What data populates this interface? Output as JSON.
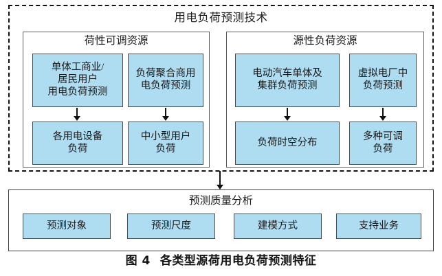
{
  "diagram": {
    "title": "用电负荷预测技术",
    "groups": [
      {
        "id": "load-adjustable-resources",
        "title": "荷性可调资源",
        "nodes": [
          {
            "id": "l1",
            "label": "单体工商业/\n居民用户\n用电负荷预测"
          },
          {
            "id": "l2",
            "label": "负荷聚合商用\n电负荷预测"
          },
          {
            "id": "l3",
            "label": "各用电设备\n负荷"
          },
          {
            "id": "l4",
            "label": "中小型用户\n负荷"
          }
        ]
      },
      {
        "id": "source-load-resources",
        "title": "源性负荷资源",
        "nodes": [
          {
            "id": "r1",
            "label": "电动汽车单体及\n集群负荷预测"
          },
          {
            "id": "r2",
            "label": "虚拟电厂中\n负荷预测"
          },
          {
            "id": "r3",
            "label": "负荷时空分布"
          },
          {
            "id": "r4",
            "label": "多种可调\n负荷"
          }
        ]
      }
    ]
  },
  "bottom": {
    "title": "预测质量分析",
    "chips": [
      {
        "id": "forecast-object",
        "label": "预测对象"
      },
      {
        "id": "forecast-scale",
        "label": "预测尺度"
      },
      {
        "id": "modeling-method",
        "label": "建模方式"
      },
      {
        "id": "supported-business",
        "label": "支持业务"
      }
    ]
  },
  "caption": {
    "figure_number": "图 4",
    "text": "各类型源荷用电负荷预测特征"
  },
  "colors": {
    "node_fill": "#aedcf0",
    "node_border": "#4a4a4a",
    "panel_border": "#5c5c5c",
    "dashed_border": "#111111",
    "text": "#1a1a1a"
  }
}
